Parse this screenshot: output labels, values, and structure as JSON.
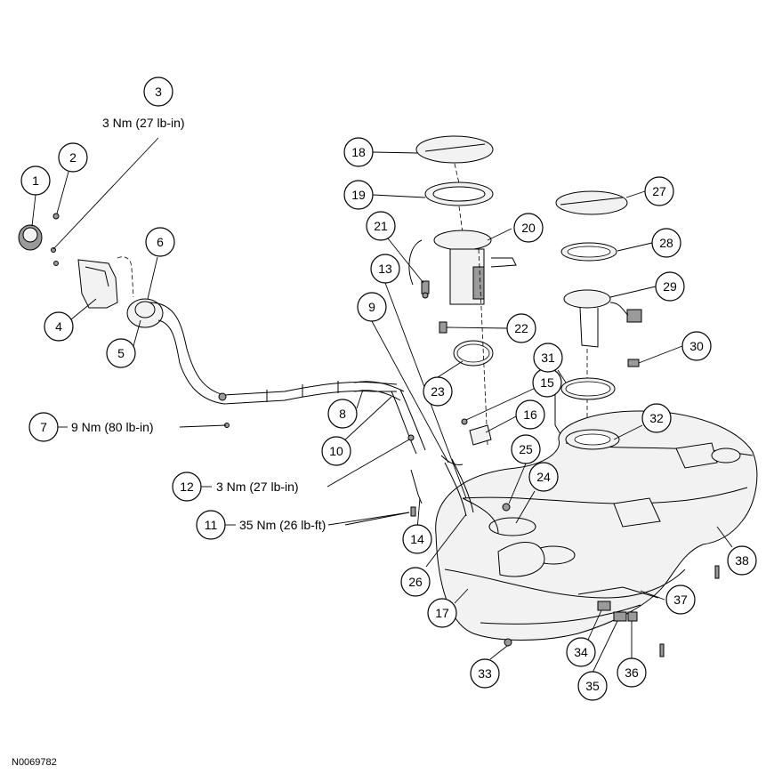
{
  "figure_ref": "N0069782",
  "callouts": [
    "1",
    "2",
    "3",
    "4",
    "5",
    "6",
    "7",
    "8",
    "9",
    "10",
    "11",
    "12",
    "13",
    "14",
    "15",
    "16",
    "17",
    "18",
    "19",
    "20",
    "21",
    "22",
    "23",
    "24",
    "25",
    "26",
    "27",
    "28",
    "29",
    "30",
    "31",
    "32",
    "33",
    "34",
    "35",
    "36",
    "37",
    "38"
  ],
  "torques": {
    "t3": "3 Nm (27 lb-in)",
    "t7": "9 Nm (80 lb-in)",
    "t12": "3 Nm (27 lb-in)",
    "t11": "35 Nm (26 lb-ft)"
  }
}
